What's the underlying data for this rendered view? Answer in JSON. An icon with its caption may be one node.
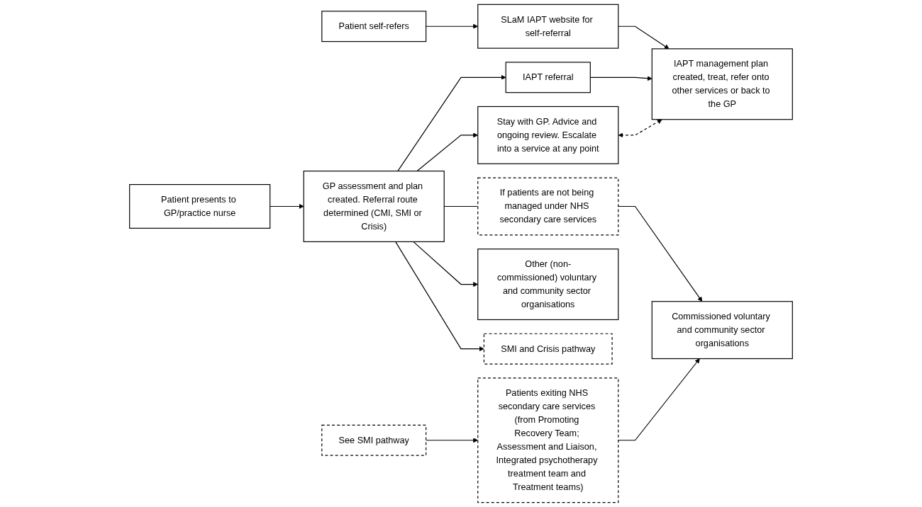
{
  "diagram": {
    "nodes": [
      {
        "text": [
          "Patient self-refers"
        ]
      },
      {
        "text": [
          "SLaM IAPT website for self-referral"
        ]
      },
      {
        "text": [
          "IAPT management plan created, treat, refer onto other services or back to the GP"
        ]
      },
      {
        "text": [
          "IAPT referral"
        ]
      },
      {
        "text": [
          "Stay with GP. Advice and ongoing review. Escalate into a service at any point"
        ]
      },
      {
        "text": [
          "If patients are not being managed under NHS secondary care services"
        ]
      },
      {
        "text": [
          "Commissioned voluntary and community sector organisations"
        ]
      },
      {
        "text": [
          "Patients exiting NHS secondary care services (from Promoting Recovery Team; Assessment and Liaison, Integrated psychotherapy treatment team and Treatment teams)"
        ]
      },
      {
        "text": [
          "Patient presents to GP/practice nurse"
        ]
      },
      {
        "text": [
          "GP assessment and plan created. Referral route determined (CMI, SMI or Crisis)"
        ]
      },
      {
        "text": [
          "Other (non-commissioned) voluntary and community sector organisations"
        ]
      },
      {
        "text": [
          "SMI and Crisis pathway"
        ]
      },
      {
        "text": [
          "See SMI pathway"
        ]
      }
    ],
    "edges": [
      {
        "from": 0,
        "to": 1,
        "arrow": "to"
      },
      {
        "from": 1,
        "to": 2,
        "arrow": "to"
      },
      {
        "from": 3,
        "to": 2,
        "arrow": "to"
      },
      {
        "from": 9,
        "to": 3,
        "arrow": "to"
      },
      {
        "from": 9,
        "to": 4,
        "arrow": "to"
      },
      {
        "from": 4,
        "to": 2,
        "arrow": "both",
        "style": "dashed"
      },
      {
        "from": 9,
        "to": 5,
        "arrow": "none"
      },
      {
        "from": 5,
        "to": 6,
        "arrow": "to"
      },
      {
        "from": 7,
        "to": 6,
        "arrow": "to"
      },
      {
        "from": 8,
        "to": 9,
        "arrow": "to"
      },
      {
        "from": 9,
        "to": 10,
        "arrow": "to"
      },
      {
        "from": 9,
        "to": 11,
        "arrow": "to"
      },
      {
        "from": 12,
        "to": 7,
        "arrow": "to"
      }
    ]
  }
}
